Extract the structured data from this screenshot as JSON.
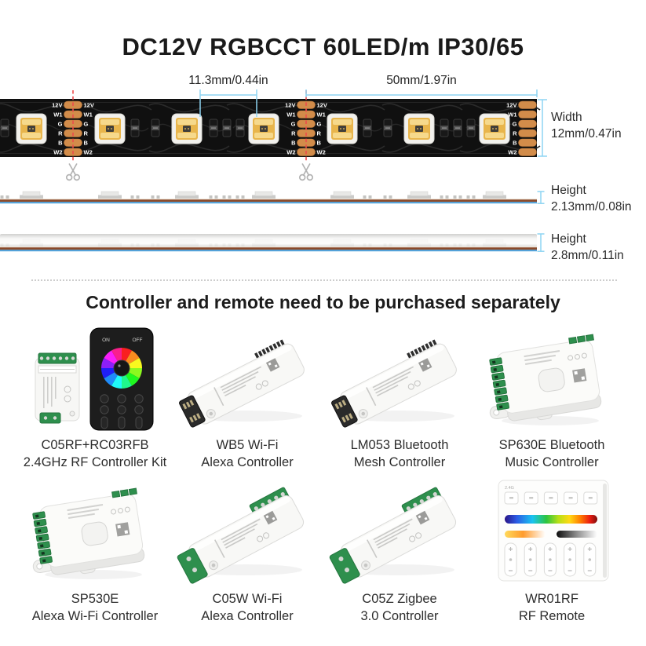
{
  "title": "DC12V RGBCCT 60LED/m IP30/65",
  "strip": {
    "dim_pitch": "11.3mm/0.44in",
    "dim_cut": "50mm/1.97in",
    "width_label": "Width",
    "width_value": "12mm/0.47in",
    "pad_labels": [
      "12V",
      "W1",
      "G",
      "R",
      "B",
      "W2"
    ]
  },
  "side_views": [
    {
      "label": "Height",
      "value": "2.13mm/0.08in"
    },
    {
      "label": "Height",
      "value": "2.8mm/0.11in"
    }
  ],
  "section_heading": "Controller and remote need to be purchased separately",
  "products": [
    {
      "name": "C05RF+RC03RFB",
      "desc": "2.4GHz RF Controller Kit",
      "type": "kit",
      "remote_on": "ON",
      "remote_off": "OFF"
    },
    {
      "name": "WB5 Wi-Fi",
      "desc": "Alexa Controller",
      "type": "long-dark"
    },
    {
      "name": "LM053 Bluetooth",
      "desc": "Mesh Controller",
      "type": "long-dark"
    },
    {
      "name": "SP630E Bluetooth",
      "desc": "Music Controller",
      "type": "box"
    },
    {
      "name": "SP530E",
      "desc": "Alexa Wi-Fi Controller",
      "type": "box"
    },
    {
      "name": "C05W Wi-Fi",
      "desc": "Alexa Controller",
      "type": "long-green"
    },
    {
      "name": "C05Z Zigbee",
      "desc": "3.0 Controller",
      "type": "long-green"
    },
    {
      "name": "WR01RF",
      "desc": "RF Remote",
      "type": "panel",
      "panel_text": "2.4G"
    }
  ],
  "colors": {
    "accent_blue": "#8ed4f2",
    "cut_red": "#ee4b4c",
    "copper_pad": "#d28c4a",
    "strip_black": "#101010",
    "pcb_brown": "#8a4a2b",
    "pcb_blue": "#4aa0dc",
    "led_yellow": "#e8b54c",
    "led_bar_yellow": "#f6d98c",
    "terminal_green": "#2e8f4d"
  }
}
